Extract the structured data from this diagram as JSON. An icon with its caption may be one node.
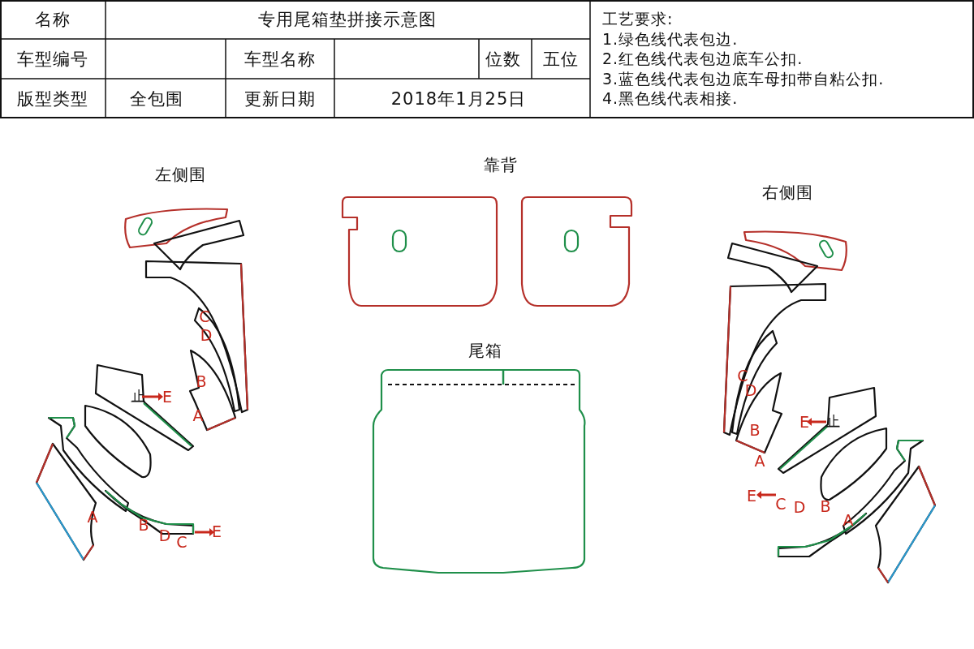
{
  "diagram": {
    "title": "专用尾箱垫拼接示意图",
    "labels": [
      "名称",
      "工艺要求:",
      "1.绿色线代表包边.",
      "2.红色线代表包边底车公扣.",
      "3.蓝色线代表包边底车母扣带自粘公扣.",
      "4.黑色线代表相接.",
      "车型编号",
      "车型名称",
      "位数",
      "五位",
      "版型类型",
      "全包围",
      "更新日期",
      "2018年1月25日",
      "左侧围",
      "靠背",
      "右侧围",
      "尾箱",
      "C",
      "D",
      "B",
      "A",
      "止",
      "E",
      "A",
      "B",
      "D",
      "C",
      "E",
      "C",
      "D",
      "B",
      "A",
      "E",
      "止",
      "E",
      "C",
      "D",
      "B",
      "A"
    ]
  }
}
